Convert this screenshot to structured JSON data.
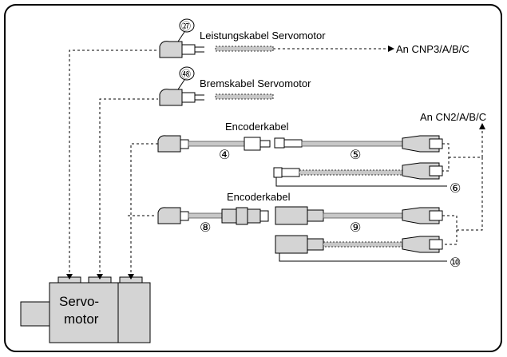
{
  "motor": {
    "label_line1": "Servo-",
    "label_line2": "motor"
  },
  "cables": {
    "power": {
      "number": "㉗",
      "label": "Leistungskabel Servomotor",
      "destination": "An CNP3/A/B/C"
    },
    "brake": {
      "number": "㊽",
      "label": "Bremskabel Servomotor"
    },
    "encoder_a": {
      "label": "Encoderkabel",
      "num_left": "④",
      "num_mid": "⑤",
      "num_lower": "⑥",
      "destination": "An CN2/A/B/C"
    },
    "encoder_b": {
      "label": "Encoderkabel",
      "num_left": "⑧",
      "num_mid": "⑨",
      "num_lower": "⑩"
    }
  }
}
